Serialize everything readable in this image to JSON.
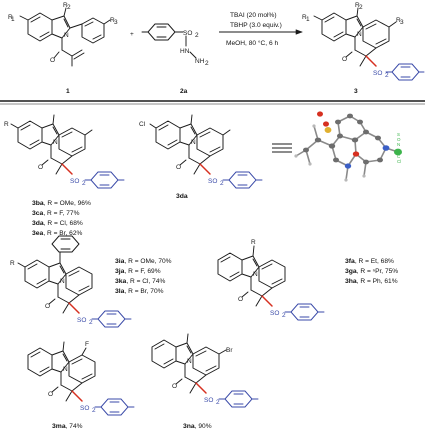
{
  "reaction": {
    "reactant1_R1": "R",
    "reactant1_R2": "R",
    "reactant1_R3": "R",
    "plus": "+",
    "so2": "SO",
    "so2_sub": "2",
    "hn": "HN",
    "nh2": "NH",
    "nh2_sub": "2",
    "conditions": [
      "TBAI (20 mol%)",
      "TBHP (3.0 equiv.)",
      "MeOH, 80 °C, 6 h"
    ],
    "label_1": "1",
    "label_2a": "2a",
    "label_3": "3"
  },
  "atoms": {
    "N": "N",
    "O": "O",
    "S": "S",
    "O2S": "O",
    "Cl": "Cl",
    "F": "F",
    "Br": "Br",
    "R": "R"
  },
  "series1": {
    "entries": [
      {
        "id": "3ba",
        "text": ", R = OMe, 96%"
      },
      {
        "id": "3ca",
        "text": ", R = F, 77%"
      },
      {
        "id": "3da",
        "text": ", R = Cl, 68%"
      },
      {
        "id": "3ea",
        "text": ", R = Br, 62%"
      }
    ]
  },
  "compound_3da": {
    "label": "3da"
  },
  "series2": {
    "entries": [
      {
        "id": "3ia",
        "text": ", R = OMe, 70%"
      },
      {
        "id": "3ja",
        "text": ", R = F, 69%"
      },
      {
        "id": "3ka",
        "text": ", R = Cl, 74%"
      },
      {
        "id": "3la",
        "text": ", R = Br, 70%"
      }
    ]
  },
  "series3": {
    "entries": [
      {
        "id": "3fa",
        "text": ", R = Et, 68%"
      },
      {
        "id": "3ga",
        "text": ", R = ⁿPr, 75%"
      },
      {
        "id": "3ha",
        "text": ", R = Ph, 61%"
      }
    ]
  },
  "compound_3ma": {
    "label": "3ma",
    "yield": ", 74%"
  },
  "compound_3na": {
    "label": "3na",
    "yield": ", 90%"
  }
}
